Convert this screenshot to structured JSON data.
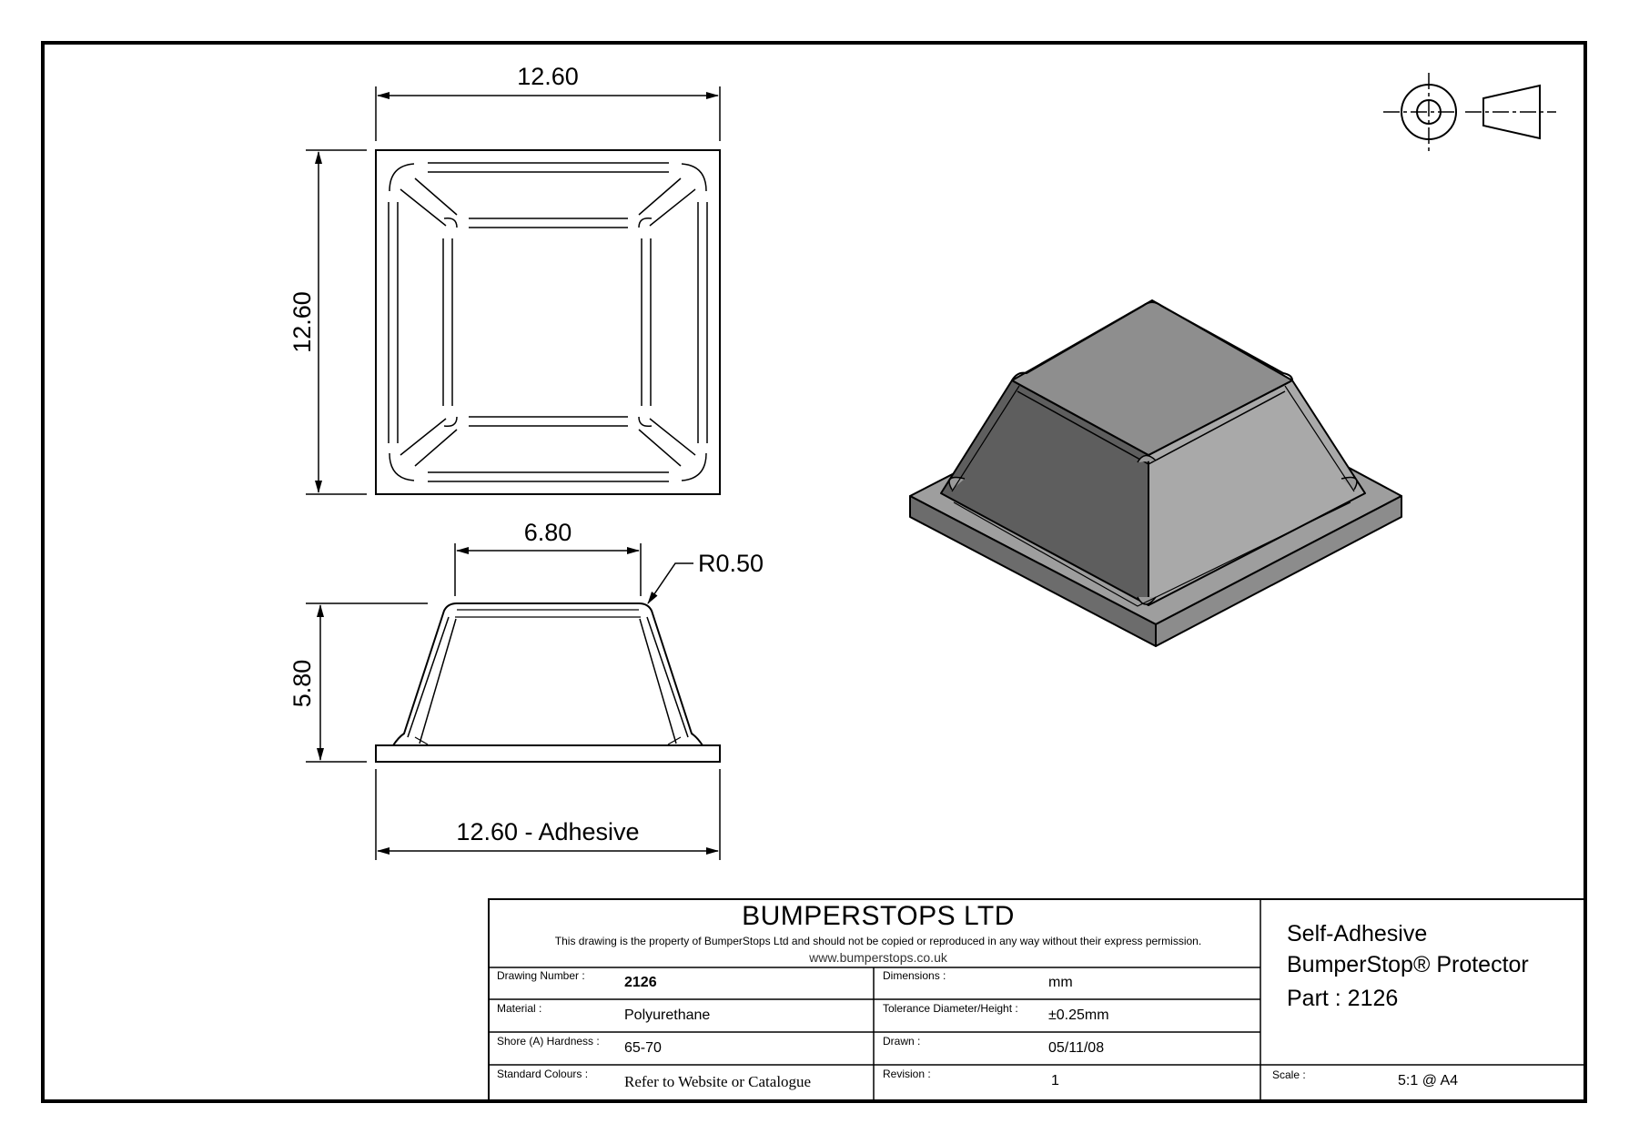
{
  "drawing": {
    "top_view": {
      "width_label": "12.60",
      "height_label": "12.60"
    },
    "side_view": {
      "top_width_label": "6.80",
      "radius_label": "R0.50",
      "height_label": "5.80",
      "base_width_label": "12.60 - Adhesive"
    },
    "projection_symbol": "third-angle-projection-icon"
  },
  "title_block": {
    "company": "BUMPERSTOPS LTD",
    "notice": "This drawing is the property of BumperStops Ltd and should not be copied or reproduced in any way without their express permission.",
    "website": "www.bumperstops.co.uk",
    "rows": [
      {
        "label": "Drawing Number :",
        "value": "2126",
        "label2": "Dimensions :",
        "value2": "mm"
      },
      {
        "label": "Material :",
        "value": "Polyurethane",
        "label2": "Tolerance Diameter/Height :",
        "value2": "±0.25mm"
      },
      {
        "label": "Shore (A) Hardness :",
        "value": "65-70",
        "label2": "Drawn :",
        "value2": "05/11/08"
      },
      {
        "label": "Standard Colours :",
        "value": "Refer to Website or Catalogue",
        "label2": "Revision :",
        "value2": "1"
      }
    ],
    "title_line1": "Self-Adhesive",
    "title_line2": "BumperStop® Protector",
    "title_line3": "Part : 2126",
    "scale_label": "Scale :",
    "scale_value": "5:1 @ A4"
  },
  "colors": {
    "line": "#000000",
    "body_light": "#9a9a9a",
    "body_dark": "#5c5c5c",
    "body_top": "#8e8e8e"
  }
}
